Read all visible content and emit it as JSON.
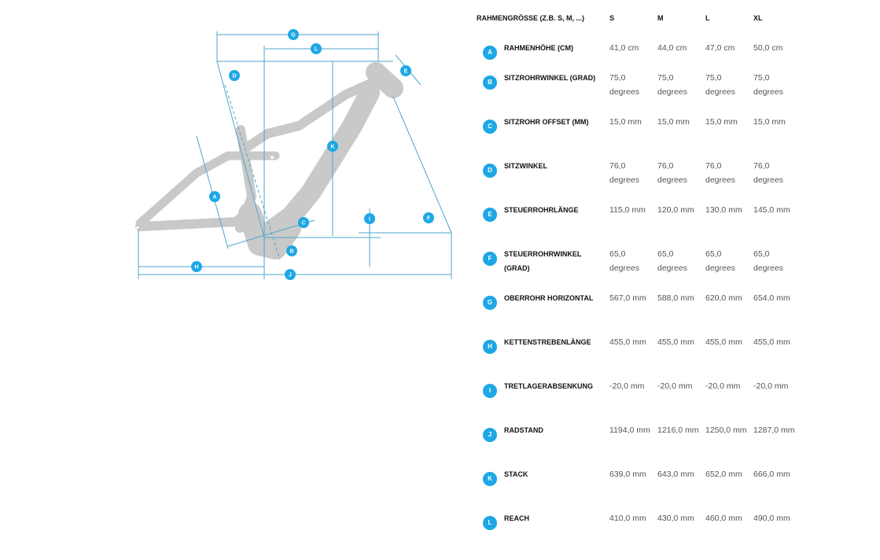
{
  "table": {
    "header": {
      "label": "RAHMENGRÖSSE (Z.B. S, M, ...)",
      "sizes": [
        "S",
        "M",
        "L",
        "XL"
      ]
    },
    "rows": [
      {
        "key": "A",
        "label": "RAHMENHÖHE (CM)",
        "values": [
          "41,0 cm",
          "44,0 cm",
          "47,0 cm",
          "50,0 cm"
        ]
      },
      {
        "key": "B",
        "label": "SITZROHRWINKEL (GRAD)",
        "values": [
          "75,0 degrees",
          "75,0 degrees",
          "75,0 degrees",
          "75,0 degrees"
        ]
      },
      {
        "key": "C",
        "label": "SITZROHR OFFSET (MM)",
        "values": [
          "15,0 mm",
          "15,0 mm",
          "15,0 mm",
          "15,0 mm"
        ]
      },
      {
        "key": "D",
        "label": "SITZWINKEL",
        "values": [
          "76,0 degrees",
          "76,0 degrees",
          "76,0 degrees",
          "76,0 degrees"
        ]
      },
      {
        "key": "E",
        "label": "STEUERROHRLÄNGE",
        "values": [
          "115,0 mm",
          "120,0 mm",
          "130,0 mm",
          "145,0 mm"
        ]
      },
      {
        "key": "F",
        "label": "STEUERROHRWINKEL (GRAD)",
        "values": [
          "65,0 degrees",
          "65,0 degrees",
          "65,0 degrees",
          "65,0 degrees"
        ]
      },
      {
        "key": "G",
        "label": "OBERROHR HORIZONTAL",
        "values": [
          "567,0 mm",
          "588,0 mm",
          "620,0 mm",
          "654,0 mm"
        ]
      },
      {
        "key": "H",
        "label": "KETTENSTREBENLÄNGE",
        "values": [
          "455,0 mm",
          "455,0 mm",
          "455,0 mm",
          "455,0 mm"
        ]
      },
      {
        "key": "I",
        "label": "TRETLAGERABSENKUNG",
        "values": [
          "-20,0 mm",
          "-20,0 mm",
          "-20,0 mm",
          "-20,0 mm"
        ]
      },
      {
        "key": "J",
        "label": "RADSTAND",
        "values": [
          "1194,0 mm",
          "1216,0 mm",
          "1250,0 mm",
          "1287,0 mm"
        ]
      },
      {
        "key": "K",
        "label": "STACK",
        "values": [
          "639,0 mm",
          "643,0 mm",
          "652,0 mm",
          "666,0 mm"
        ]
      },
      {
        "key": "L",
        "label": "REACH",
        "values": [
          "410,0 mm",
          "430,0 mm",
          "460,0 mm",
          "490,0 mm"
        ]
      }
    ]
  },
  "diagram": {
    "labels": [
      "A",
      "B",
      "C",
      "D",
      "E",
      "F",
      "G",
      "H",
      "I",
      "J",
      "K",
      "L"
    ]
  },
  "colors": {
    "accent": "#1ea7e6",
    "frame": "#c9c9c9",
    "dimension": "#4fa5cc"
  }
}
